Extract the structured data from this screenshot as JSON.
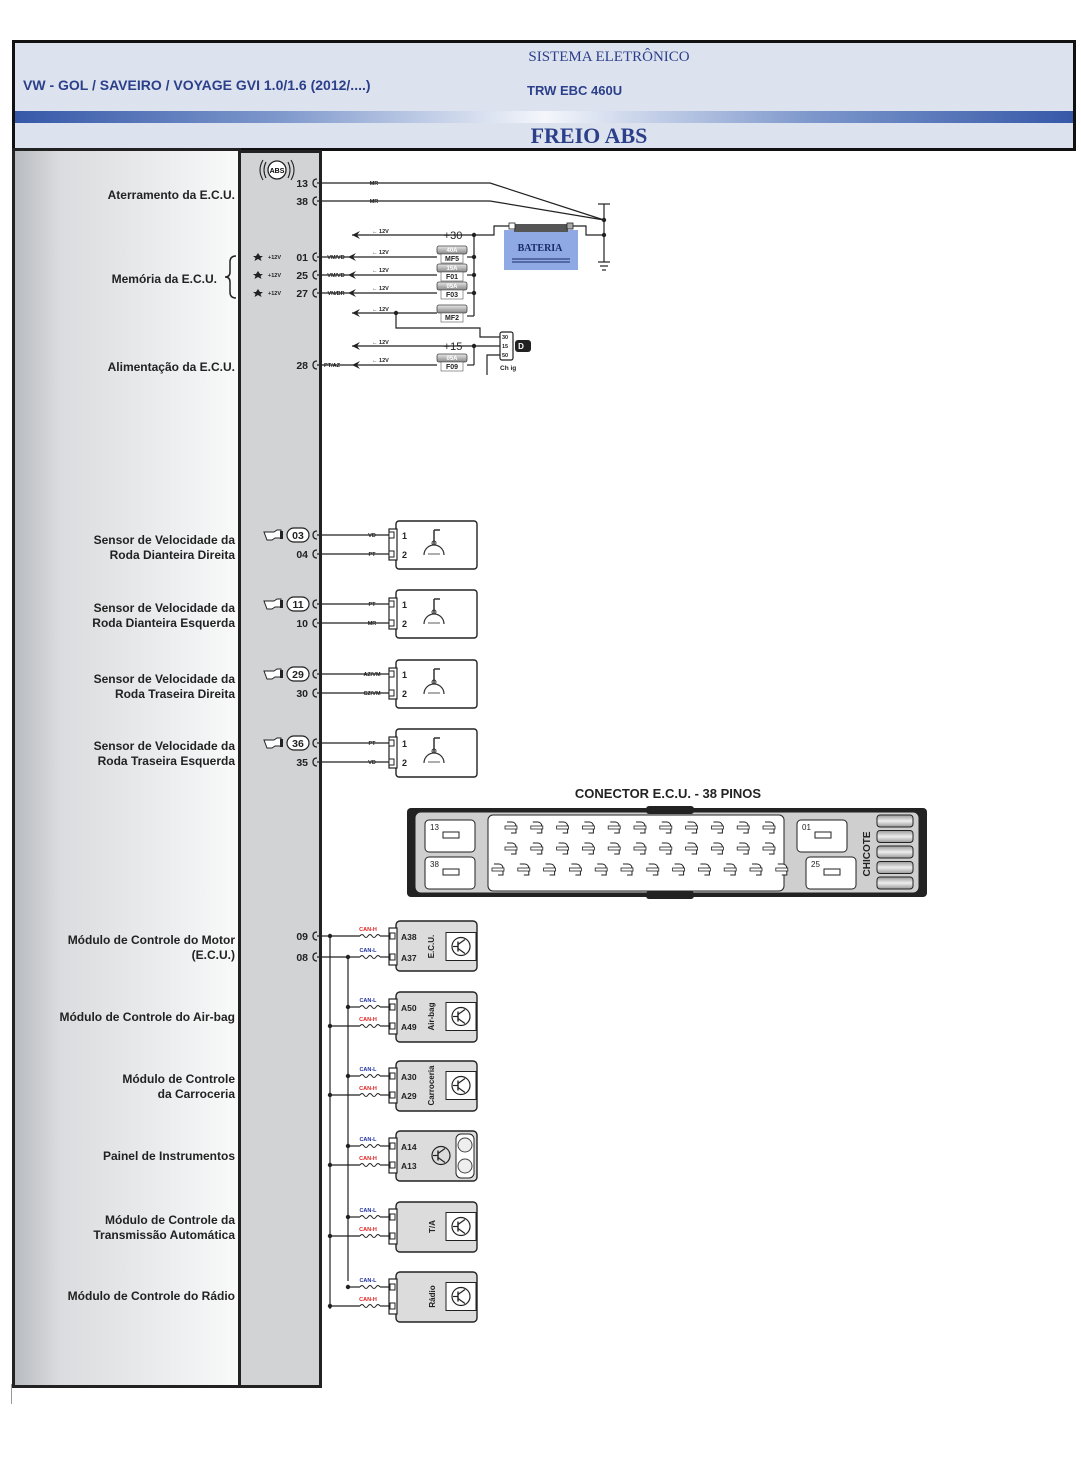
{
  "header": {
    "system_category": "SISTEMA ELETRÔNICO",
    "vehicle": "VW - GOL / SAVEIRO / VOYAGE GVI 1.0/1.6 (2012/....)",
    "module_model": "TRW EBC 460U",
    "system_name": "FREIO ABS"
  },
  "colors": {
    "header_text": "#2b3f8a",
    "battery": "#8fa9e4",
    "can_h": "#e02020",
    "can_l": "#2030a0"
  },
  "ecu": {
    "badge": "ABS",
    "badge_icon": "abs-warning-icon"
  },
  "sections": [
    {
      "label": "Aterramento da E.C.U."
    },
    {
      "label": "Memória da E.C.U."
    },
    {
      "label": "Alimentação da E.C.U."
    },
    {
      "label": "Sensor de Velocidade da\nRoda Dianteira Direita"
    },
    {
      "label": "Sensor de Velocidade da\nRoda Dianteira Esquerda"
    },
    {
      "label": "Sensor de Velocidade da\nRoda Traseira Direita"
    },
    {
      "label": "Sensor de Velocidade da\nRoda Traseira Esquerda"
    },
    {
      "label": "Módulo de Controle do Motor\n(E.C.U.)"
    },
    {
      "label": "Módulo de Controle do Air-bag"
    },
    {
      "label": "Módulo de Controle\nda Carroceria"
    },
    {
      "label": "Painel de Instrumentos"
    },
    {
      "label": "Módulo de Controle da\nTransmissão Automática"
    },
    {
      "label": "Módulo de Controle do Rádio"
    }
  ],
  "ground": {
    "pins": [
      {
        "pin": "13",
        "wire": "MR"
      },
      {
        "pin": "38",
        "wire": "MR"
      }
    ]
  },
  "power": {
    "plus30": "+30",
    "plus15": "+15",
    "arrow_voltage": "12V",
    "memory_pins": [
      {
        "pin": "01",
        "note": "+12V",
        "wire": "VM/VD",
        "fuse_rating": "40A",
        "fuse": "MF5"
      },
      {
        "pin": "25",
        "note": "+12V",
        "wire": "VM/VD",
        "fuse_rating": "15A",
        "fuse": "F01"
      },
      {
        "pin": "27",
        "note": "+12V",
        "wire": "VN/BR",
        "fuse_rating": "05A",
        "fuse": "F03"
      }
    ],
    "extra_fuse": {
      "fuse": "MF2"
    },
    "supply_pin": {
      "pin": "28",
      "wire": "PT/AZ",
      "fuse_rating": "05A",
      "fuse": "F09"
    },
    "battery_label": "BATERIA",
    "ignition": {
      "label": "Ch ig",
      "terminals": [
        "30",
        "15",
        "50"
      ],
      "key": "D"
    }
  },
  "sensors": [
    {
      "pins": [
        {
          "pin": "03",
          "wire": "VD",
          "term": "1"
        },
        {
          "pin": "04",
          "wire": "PT",
          "term": "2"
        }
      ]
    },
    {
      "pins": [
        {
          "pin": "11",
          "wire": "PT",
          "term": "1"
        },
        {
          "pin": "10",
          "wire": "MR",
          "term": "2"
        }
      ]
    },
    {
      "pins": [
        {
          "pin": "29",
          "wire": "AZ/VM",
          "term": "1"
        },
        {
          "pin": "30",
          "wire": "CZ/VM",
          "term": "2"
        }
      ]
    },
    {
      "pins": [
        {
          "pin": "36",
          "wire": "PT",
          "term": "1"
        },
        {
          "pin": "35",
          "wire": "VD",
          "term": "2"
        }
      ]
    }
  ],
  "connector": {
    "title": "CONECTOR E.C.U. - 38 PINOS",
    "side_label": "CHICOTE",
    "pin_labels": [
      "13",
      "38",
      "01",
      "25"
    ]
  },
  "can": {
    "pins": [
      {
        "pin": "09",
        "signal": "CAN-H"
      },
      {
        "pin": "08",
        "signal": "CAN-L"
      }
    ],
    "modules": [
      {
        "name": "E.C.U.",
        "terms": [
          {
            "t": "A38",
            "sig": "CAN-H"
          },
          {
            "t": "A37",
            "sig": "CAN-L"
          }
        ]
      },
      {
        "name": "Air-bag",
        "terms": [
          {
            "t": "A50",
            "sig": "CAN-L"
          },
          {
            "t": "A49",
            "sig": "CAN-H"
          }
        ]
      },
      {
        "name": "Carroceria",
        "terms": [
          {
            "t": "A30",
            "sig": "CAN-L"
          },
          {
            "t": "A29",
            "sig": "CAN-H"
          }
        ]
      },
      {
        "name": "",
        "terms": [
          {
            "t": "A14",
            "sig": "CAN-L"
          },
          {
            "t": "A13",
            "sig": "CAN-H"
          }
        ]
      },
      {
        "name": "T/A",
        "terms": [
          {
            "t": "",
            "sig": "CAN-L"
          },
          {
            "t": "",
            "sig": "CAN-H"
          }
        ]
      },
      {
        "name": "Rádio",
        "terms": [
          {
            "t": "",
            "sig": "CAN-L"
          },
          {
            "t": "",
            "sig": "CAN-H"
          }
        ]
      }
    ]
  }
}
